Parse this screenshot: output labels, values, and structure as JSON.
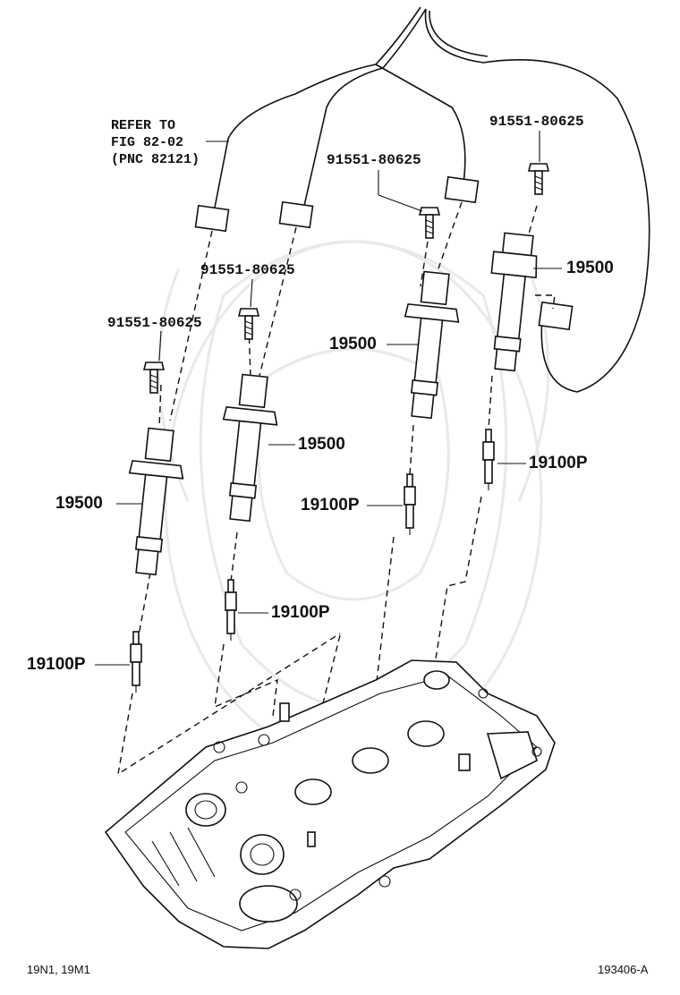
{
  "labels": {
    "refer": [
      "REFER TO",
      "FIG 82-02",
      "(PNC 82121)"
    ],
    "bolt_1": "91551-80625",
    "bolt_2": "91551-80625",
    "bolt_3": "91551-80625",
    "bolt_4": "91551-80625",
    "coil_1": "19500",
    "coil_2": "19500",
    "coil_3": "19500",
    "coil_4": "19500",
    "plug_1": "19100P",
    "plug_2": "19100P",
    "plug_3": "19100P",
    "plug_4": "19100P"
  },
  "footer": {
    "left": "19N1, 19M1",
    "right": "193406-A"
  }
}
